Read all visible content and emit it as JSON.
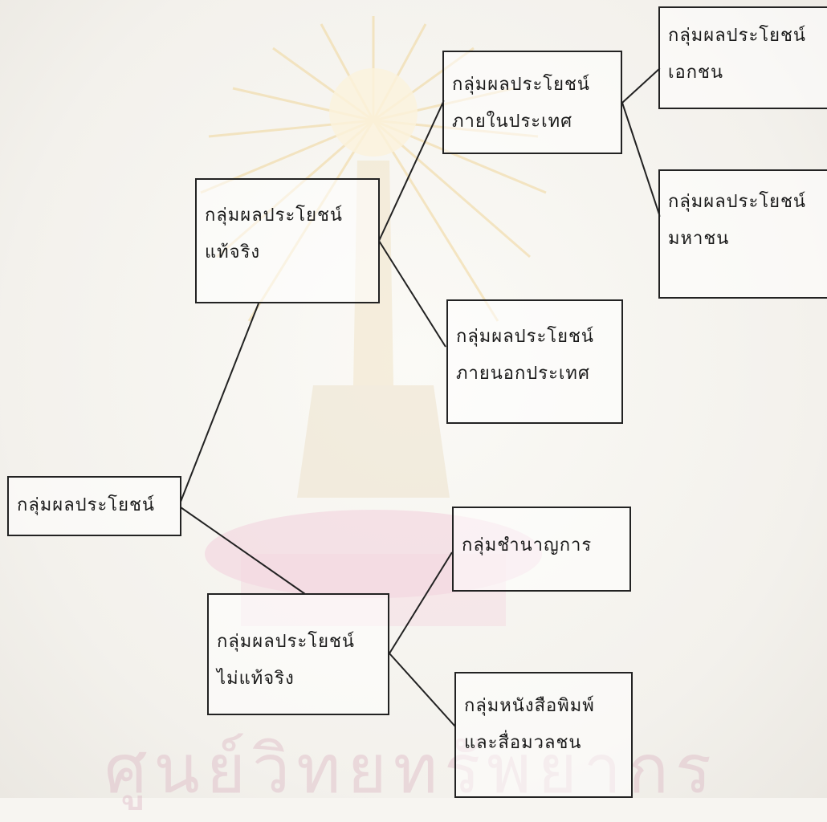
{
  "watermark": {
    "text": "ศูนย์วิทยทรัพยากร"
  },
  "nodes": {
    "root": {
      "line1": "กลุ่มผลประโยชน์",
      "line2": ""
    },
    "genuine": {
      "line1": "กลุ่มผลประโยชน์",
      "line2": "แท้จริง"
    },
    "non_genuine": {
      "line1": "กลุ่มผลประโยชน์",
      "line2": "ไม่แท้จริง"
    },
    "domestic": {
      "line1": "กลุ่มผลประโยชน์",
      "line2": "ภายในประเทศ"
    },
    "foreign": {
      "line1": "กลุ่มผลประโยชน์",
      "line2": "ภายนอกประเทศ"
    },
    "private": {
      "line1": "กลุ่มผลประโยชน์",
      "line2": "เอกชน"
    },
    "public": {
      "line1": "กลุ่มผลประโยชน์",
      "line2": "มหาชน"
    },
    "experts": {
      "line1": "กลุ่มชำนาญการ",
      "line2": ""
    },
    "media": {
      "line1": "กลุ่มหนังสือพิมพ์",
      "line2": "และสื่อมวลชน"
    }
  },
  "colors": {
    "line": "#222222",
    "watermark": "#e8b7c6"
  }
}
